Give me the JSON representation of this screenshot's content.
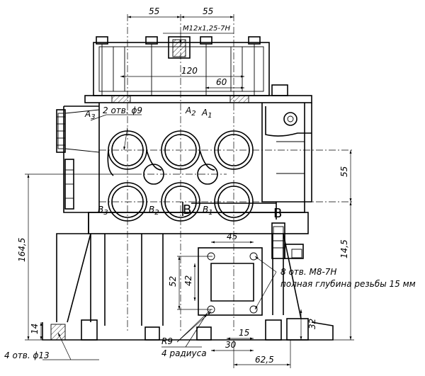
{
  "dimensions": {
    "top_55_left": "55",
    "top_55_right": "55",
    "thread_m12": "M12x1,25-7H",
    "d120": "120",
    "d60": "60",
    "d55_right": "55",
    "d164_5": "164,5",
    "d14_5": "14,5",
    "d45": "45",
    "d52": "52",
    "d42": "42",
    "d14": "14",
    "d15": "15",
    "d32": "32",
    "d30": "30",
    "d62_5": "62,5"
  },
  "labels": {
    "two_holes": "2 отв. ϕ9",
    "A3": "A",
    "A3_sub": "3",
    "A2": "A",
    "A2_sub": "2",
    "A1": "A",
    "A1_sub": "1",
    "B3": "B",
    "B3_sub": "3",
    "B2": "B",
    "B2_sub": "2",
    "B1": "B",
    "B1_sub": "1",
    "section_B_left": "B",
    "section_B_right": "B",
    "eight_holes": "8 отв. M8-7H",
    "thread_depth": "полная глубина резьбы 15 мм",
    "r9": "R9",
    "four_radius": "4 радиуса",
    "four_holes": "4 отв. ϕ13"
  }
}
